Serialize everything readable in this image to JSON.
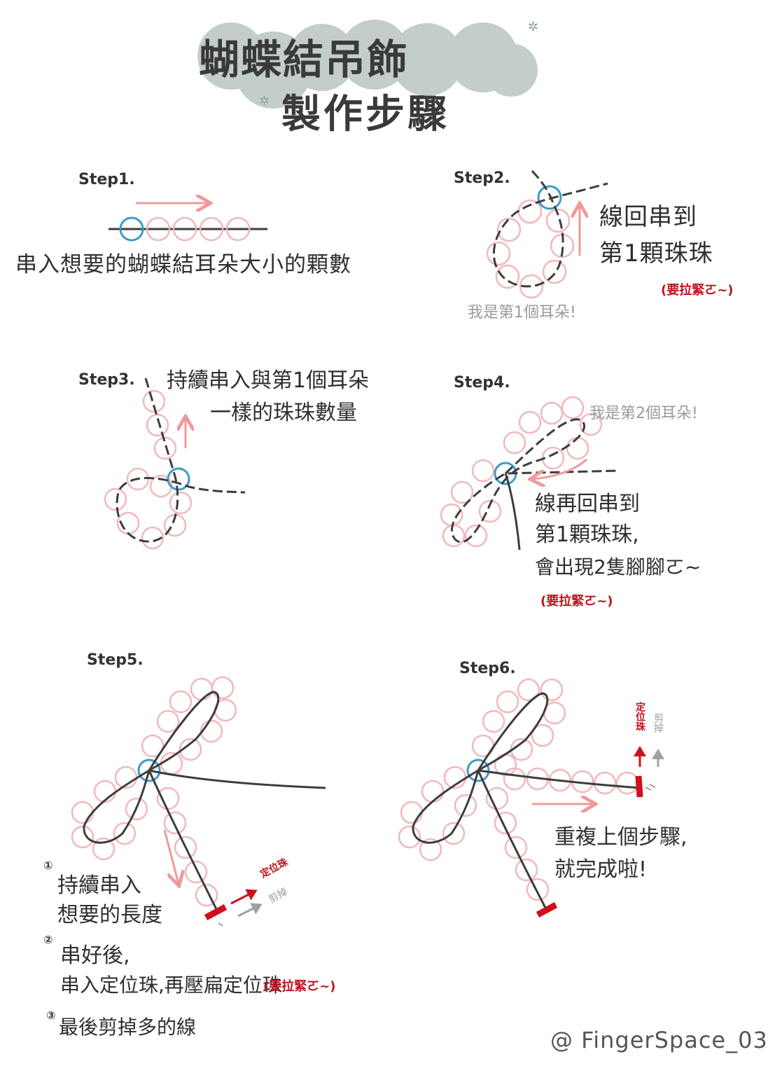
{
  "title": {
    "line1": "蝴蝶結吊飾",
    "line2": "製作步驟"
  },
  "colors": {
    "bubble": "#b9c6c0",
    "bead": "#f2b8bb",
    "thread": "#3d3d3d",
    "anchor_bead": "#3b9bc9",
    "arrow": "#ef9a9a",
    "stopper": "#d0101b",
    "trim": "#a0a0a0"
  },
  "steps": {
    "s1": {
      "label": "Step1.",
      "text": "串入想要的蝴蝶結耳朵大小的顆數"
    },
    "s2": {
      "label": "Step2.",
      "text_l1": "線回串到",
      "text_l2": "第1顆珠珠",
      "tight": "(要拉緊ㄛ~)",
      "ear": "我是第1個耳朵!"
    },
    "s3": {
      "label": "Step3.",
      "text_l1": "持續串入與第1個耳朵",
      "text_l2": "一樣的珠珠數量"
    },
    "s4": {
      "label": "Step4.",
      "ear": "我是第2個耳朵!",
      "text_l1": "線再回串到",
      "text_l2": "第1顆珠珠,",
      "text_l3": "會出現2隻腳腳ㄛ~",
      "tight": "(要拉緊ㄛ~)"
    },
    "s5": {
      "label": "Step5.",
      "anchor": "定位珠",
      "trim": "剪掉",
      "n1": "①",
      "note1_l1": "持續串入",
      "note1_l2": "想要的長度",
      "n2": "②",
      "note2_l1": "串好後,",
      "note2_l2": "串入定位珠,再壓扁定位珠",
      "tight": "(要拉緊ㄛ~)",
      "n3": "③",
      "note3": "最後剪掉多的線"
    },
    "s6": {
      "label": "Step6.",
      "anchor": "定位珠",
      "trim": "剪掉",
      "text_l1": "重複上個步驟,",
      "text_l2": "就完成啦!"
    }
  },
  "credit": "@ FingerSpace_03"
}
